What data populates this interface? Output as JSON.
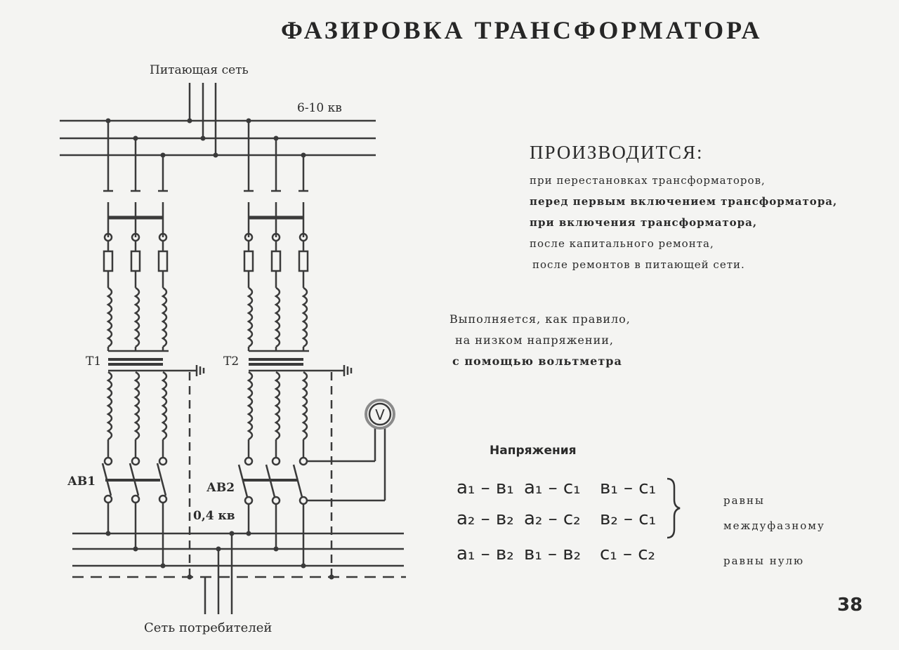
{
  "title": "ФАЗИРОВКА ТРАНСФОРМАТОРА",
  "diagram": {
    "supply_network_label": "Питающая сеть",
    "hv_voltage_label": "6-10 кв",
    "transformer1_label": "Т1",
    "transformer2_label": "Т2",
    "breaker1_label": "АВ1",
    "breaker2_label": "АВ2",
    "lv_voltage_label": "0,4 кв",
    "consumer_network_label": "Сеть потребителей",
    "voltmeter_symbol": "V"
  },
  "produced": {
    "heading": "ПРОИЗВОДИТСЯ:",
    "items": [
      "при перестановках трансформаторов,",
      "перед первым включением трансформатора,",
      "при включения трансформатора,",
      "после капитального ремонта,",
      "после ремонтов в питающей сети."
    ]
  },
  "executed": {
    "lines": [
      "Выполняется, как правило,",
      "на низком напряжении,",
      "с помощью вольтметра"
    ]
  },
  "voltages": {
    "heading": "Напряжения",
    "rows": [
      [
        "a₁ – в₁",
        "a₁ – c₁",
        "в₁ – c₁"
      ],
      [
        "a₂ – в₂",
        "a₂ – c₂",
        "в₂ – c₁"
      ],
      [
        "a₁ – в₂",
        "в₁ – в₂",
        "c₁ – c₂"
      ]
    ],
    "equal_label_line1": "равны",
    "equal_label_line2": "междуфазному",
    "zero_label": "равны нулю"
  },
  "page_number": "38"
}
